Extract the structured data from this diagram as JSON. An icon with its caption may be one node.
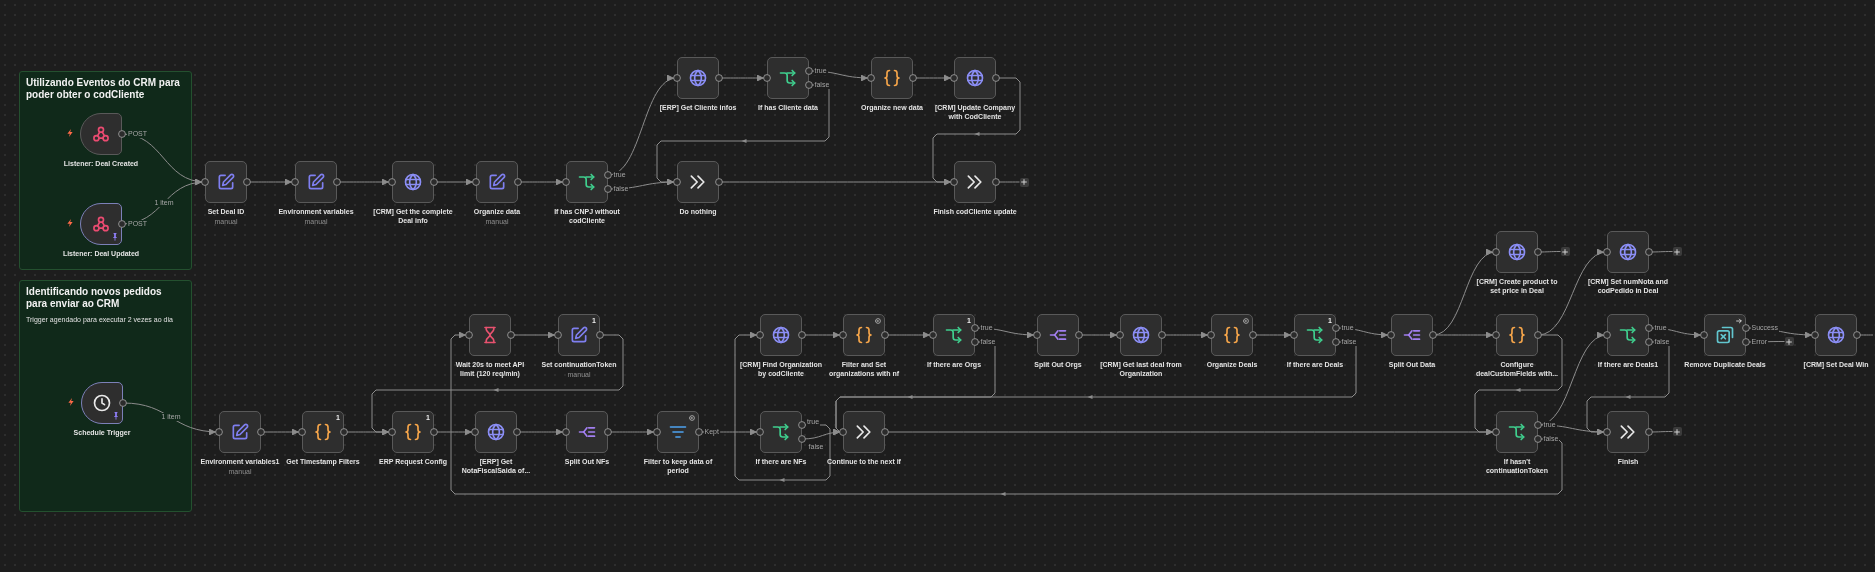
{
  "diagram": {
    "nodes": [
      {
        "text": [
          "Utilizando Eventos do CRM para poder obter o codCliente"
        ]
      },
      {
        "text": [
          "Listener: Deal Created"
        ],
        "in": 0,
        "beside": [
          "POST"
        ]
      },
      {
        "text": [
          "Listener: Deal Updated"
        ],
        "in": 0,
        "beside": [
          "POST"
        ]
      },
      {
        "text": [
          "Set Deal ID",
          "manual"
        ]
      },
      {
        "text": [
          "Environment variables",
          "manual"
        ]
      },
      {
        "text": [
          "[CRM] Get the complete Deal info"
        ]
      },
      {
        "text": [
          "Organize data",
          "manual"
        ]
      },
      {
        "text": [
          "If has CNPJ without codCliente"
        ]
      },
      {
        "text": [
          "[ERP] Get Cliente infos"
        ]
      },
      {
        "text": [
          "If has Cliente data"
        ]
      },
      {
        "text": [
          "Organize new data"
        ]
      },
      {
        "text": [
          "[CRM] Update Company with CodCliente"
        ]
      },
      {
        "text": [
          "Do nothing"
        ]
      },
      {
        "text": [
          "Finish codCliente update"
        ]
      },
      {
        "text": [],
        "shape": "box"
      },
      {
        "text": [
          "Identificando novos pedidos para enviar ao CRM",
          "Trigger agendado para executar 2 vezes ao dia"
        ]
      },
      {
        "text": [
          "Schedule Trigger"
        ],
        "in": 15
      },
      {
        "text": [
          "Environment variables1",
          "manual"
        ]
      },
      {
        "text": [
          "1",
          "Get Timestamp Filters"
        ]
      },
      {
        "text": [
          "1",
          "ERP Request Config"
        ]
      },
      {
        "text": [
          "Wait 20s to meet API limit (120 req/min)"
        ]
      },
      {
        "text": [
          "1",
          "Set continuationToken",
          "manual"
        ]
      },
      {
        "text": [
          "[ERP] Get NotaFiscalSaida of..."
        ]
      },
      {
        "text": [
          "Split Out NFs"
        ]
      },
      {
        "text": [
          "Filter to keep data of period"
        ]
      },
      {
        "text": [
          "[CRM] Find Organization by codCliente"
        ]
      },
      {
        "text": [
          "Filter and Set organizations with nf"
        ]
      },
      {
        "text": [
          "1",
          "If there are Orgs"
        ]
      },
      {
        "text": [
          "If there are NFs"
        ]
      },
      {
        "text": [
          "Continue to the next if"
        ]
      },
      {
        "text": [
          "Split Out Orgs"
        ]
      },
      {
        "text": [
          "[CRM] Get last deal from Organization"
        ]
      },
      {
        "text": [
          "Organize Deals"
        ]
      },
      {
        "text": [
          "1",
          "If there are Deals"
        ]
      },
      {
        "text": [
          "Split Out Data"
        ]
      },
      {
        "text": [
          "[CRM] Create product to set price in Deal"
        ]
      },
      {
        "text": [],
        "shape": "box"
      },
      {
        "text": [
          "[CRM] Set numNota and codPedido in Deal"
        ]
      },
      {
        "text": [],
        "shape": "box"
      },
      {
        "text": [
          "Configure dealCustomFields with..."
        ]
      },
      {
        "text": [
          "If there are Deals1"
        ]
      },
      {
        "text": [
          "Remove Duplicate Deals"
        ]
      },
      {
        "text": [],
        "shape": "box"
      },
      {
        "text": [
          "[CRM] Set Deal Win"
        ]
      },
      {
        "text": [
          "If hasn't continuationToken"
        ]
      },
      {
        "text": [
          "Finish"
        ]
      },
      {
        "text": [],
        "shape": "box"
      }
    ],
    "edges": [
      {
        "from": 1,
        "to": 3,
        "arrow": "to"
      },
      {
        "from": 2,
        "to": 3,
        "arrow": "to",
        "label": "1 item"
      },
      {
        "from": 3,
        "to": 4,
        "arrow": "to"
      },
      {
        "from": 4,
        "to": 5,
        "arrow": "to"
      },
      {
        "from": 5,
        "to": 6,
        "arrow": "to"
      },
      {
        "from": 6,
        "to": 7,
        "arrow": "to"
      },
      {
        "from": 7,
        "to": 8,
        "arrow": "to",
        "label": "true"
      },
      {
        "from": 7,
        "to": 12,
        "arrow": "to",
        "label": "false"
      },
      {
        "from": 8,
        "to": 9,
        "arrow": "to"
      },
      {
        "from": 9,
        "to": 10,
        "arrow": "to",
        "label": "true"
      },
      {
        "from": 9,
        "to": 12,
        "arrow": "to",
        "label": "false"
      },
      {
        "from": 10,
        "to": 11,
        "arrow": "to"
      },
      {
        "from": 11,
        "to": 13,
        "arrow": "to"
      },
      {
        "from": 12,
        "to": 13,
        "arrow": "to"
      },
      {
        "from": 13,
        "to": 14,
        "arrow": "none"
      },
      {
        "from": 16,
        "to": 17,
        "arrow": "to",
        "label": "1 item"
      },
      {
        "from": 17,
        "to": 18,
        "arrow": "to"
      },
      {
        "from": 18,
        "to": 19,
        "arrow": "to"
      },
      {
        "from": 19,
        "to": 22,
        "arrow": "to"
      },
      {
        "from": 20,
        "to": 21,
        "arrow": "to"
      },
      {
        "from": 21,
        "to": 19,
        "arrow": "to"
      },
      {
        "from": 22,
        "to": 23,
        "arrow": "to"
      },
      {
        "from": 23,
        "to": 24,
        "arrow": "to"
      },
      {
        "from": 24,
        "to": 28,
        "arrow": "to",
        "label": "Kept"
      },
      {
        "from": 25,
        "to": 26,
        "arrow": "to"
      },
      {
        "from": 26,
        "to": 27,
        "arrow": "to"
      },
      {
        "from": 27,
        "to": 30,
        "arrow": "to",
        "label": "true"
      },
      {
        "from": 27,
        "to": 29,
        "arrow": "to",
        "label": "false"
      },
      {
        "from": 28,
        "to": 25,
        "arrow": "to",
        "label": "true"
      },
      {
        "from": 28,
        "to": 29,
        "arrow": "to",
        "label": "false"
      },
      {
        "from": 30,
        "to": 31,
        "arrow": "to"
      },
      {
        "from": 31,
        "to": 32,
        "arrow": "to"
      },
      {
        "from": 32,
        "to": 33,
        "arrow": "to"
      },
      {
        "from": 33,
        "to": 34,
        "arrow": "to",
        "label": "true"
      },
      {
        "from": 33,
        "to": 29,
        "arrow": "to",
        "label": "false"
      },
      {
        "from": 34,
        "to": 35,
        "arrow": "to"
      },
      {
        "from": 34,
        "to": 39,
        "arrow": "to"
      },
      {
        "from": 35,
        "to": 36,
        "arrow": "none"
      },
      {
        "from": 37,
        "to": 38,
        "arrow": "none"
      },
      {
        "from": 39,
        "to": 37,
        "arrow": "to"
      },
      {
        "from": 39,
        "to": 44,
        "arrow": "to"
      },
      {
        "from": 29,
        "to": 44,
        "arrow": "to"
      },
      {
        "from": 44,
        "to": 40,
        "arrow": "to",
        "label": "true"
      },
      {
        "from": 44,
        "to": 45,
        "arrow": "to"
      },
      {
        "from": 44,
        "to": 20,
        "arrow": "to",
        "label": "false"
      },
      {
        "from": 40,
        "to": 41,
        "arrow": "to",
        "label": "true"
      },
      {
        "from": 40,
        "to": 45,
        "arrow": "to",
        "label": "false"
      },
      {
        "from": 45,
        "to": 46,
        "arrow": "none"
      },
      {
        "from": 41,
        "to": 43,
        "arrow": "to",
        "label": "Success"
      },
      {
        "from": 41,
        "to": 42,
        "arrow": "none",
        "label": "Error"
      },
      {
        "from": 43,
        "to": null,
        "arrow": "none"
      }
    ]
  }
}
